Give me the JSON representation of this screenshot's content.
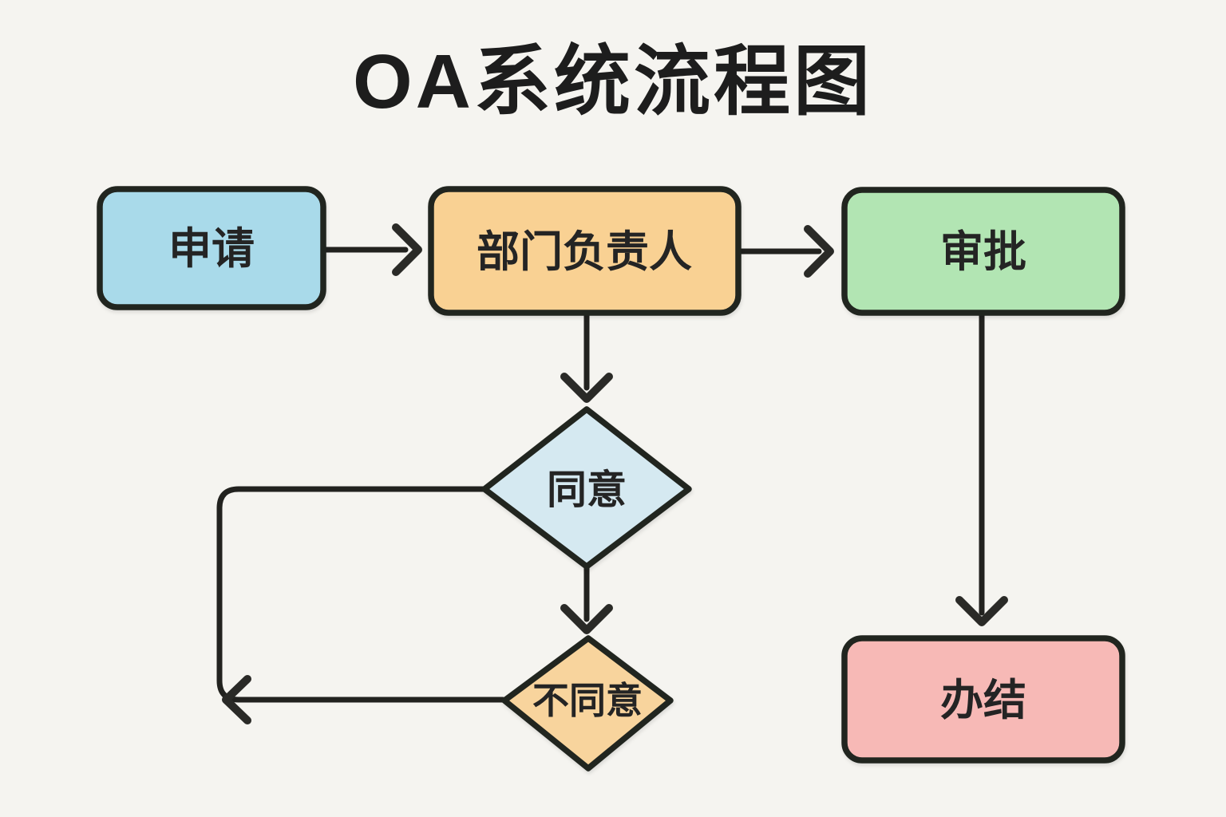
{
  "title": "OA系统流程图",
  "diagram_type": "flowchart",
  "colors": {
    "background": "#f5f4f0",
    "stroke": "#22221f",
    "text": "#242424",
    "apply_fill": "#a9daea",
    "dept_head_fill": "#f9d193",
    "approve_fill": "#b2e5b3",
    "agree_fill": "#d5e9f1",
    "disagree_fill": "#f8d49d",
    "complete_fill": "#f7b9b6"
  },
  "nodes": {
    "apply": {
      "label": "申请",
      "shape": "rounded-rect",
      "fill": "#a9daea"
    },
    "dept_head": {
      "label": "部门负责人",
      "shape": "rounded-rect",
      "fill": "#f9d193"
    },
    "approve": {
      "label": "审批",
      "shape": "rounded-rect",
      "fill": "#b2e5b3"
    },
    "agree": {
      "label": "同意",
      "shape": "diamond",
      "fill": "#d5e9f1"
    },
    "disagree": {
      "label": "不同意",
      "shape": "diamond",
      "fill": "#f8d49d"
    },
    "complete": {
      "label": "办结",
      "shape": "rounded-rect",
      "fill": "#f7b9b6"
    }
  },
  "edges": [
    {
      "from": "apply",
      "to": "dept_head",
      "direction": "right"
    },
    {
      "from": "dept_head",
      "to": "approve",
      "direction": "right"
    },
    {
      "from": "dept_head",
      "to": "agree",
      "direction": "down"
    },
    {
      "from": "agree",
      "to": "disagree",
      "direction": "down"
    },
    {
      "from": "approve",
      "to": "complete",
      "direction": "down"
    },
    {
      "from": "disagree",
      "to": "loop-back",
      "direction": "left-up-around"
    }
  ]
}
